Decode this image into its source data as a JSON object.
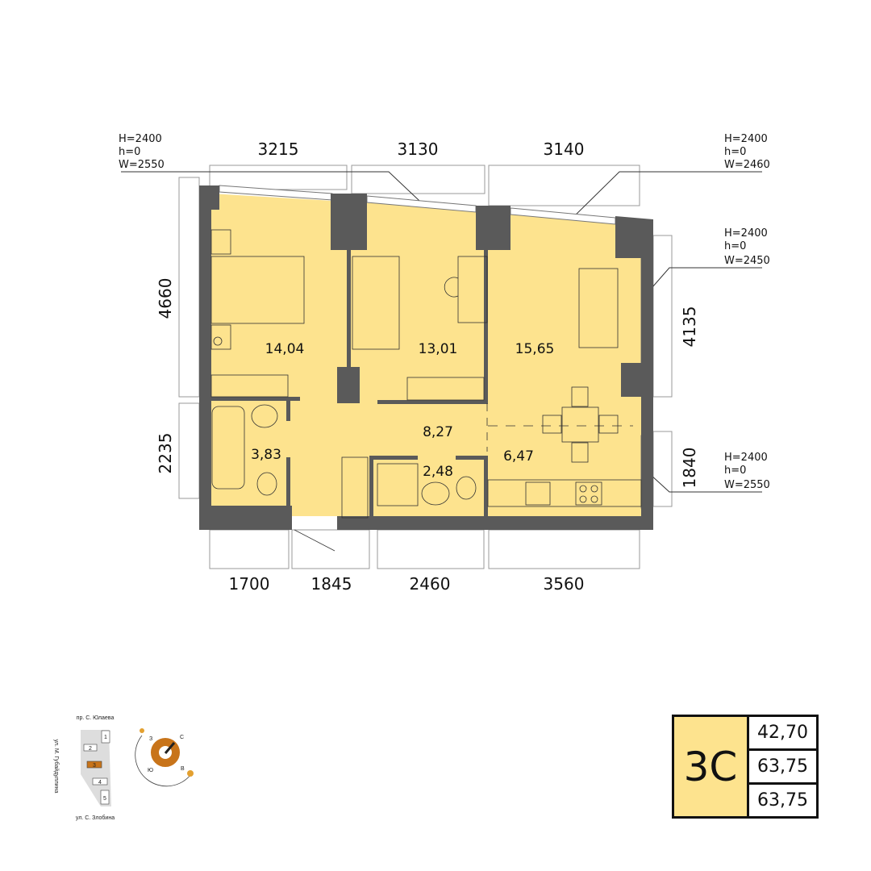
{
  "plan": {
    "dims_top": [
      "3215",
      "3130",
      "3140"
    ],
    "dims_bottom": [
      "1700",
      "1845",
      "2460",
      "3560"
    ],
    "dims_left": [
      "4660",
      "2235"
    ],
    "dims_right": [
      "4135",
      "1840"
    ],
    "window_notes": [
      {
        "H": "H=2400",
        "h": "h=0",
        "W": "W=2550"
      },
      {
        "H": "H=2400",
        "h": "h=0",
        "W": "W=2460"
      },
      {
        "H": "H=2400",
        "h": "h=0",
        "W": "W=2450"
      },
      {
        "H": "H=2400",
        "h": "h=0",
        "W": "W=2550"
      }
    ],
    "rooms": {
      "bedroom1": "14,04",
      "bedroom2": "13,01",
      "living": "15,65",
      "hall": "8,27",
      "kitchen": "6,47",
      "bathroom": "3,83",
      "wc": "2,48"
    },
    "colors": {
      "wall": "#5a5a5a",
      "floor": "#fde38e",
      "accent": "#c8741a"
    }
  },
  "site_map": {
    "street_top": "пр. С. Юлаева",
    "street_left": "ул. М. Губайдуллина",
    "street_bottom": "ул. С. Злобина",
    "buildings": [
      "1",
      "2",
      "3",
      "4",
      "5"
    ],
    "compass": {
      "north": "С",
      "west": "З",
      "south": "Ю",
      "east": "В"
    }
  },
  "legend": {
    "apartment_type": "3С",
    "values": [
      "42,70",
      "63,75",
      "63,75"
    ]
  }
}
